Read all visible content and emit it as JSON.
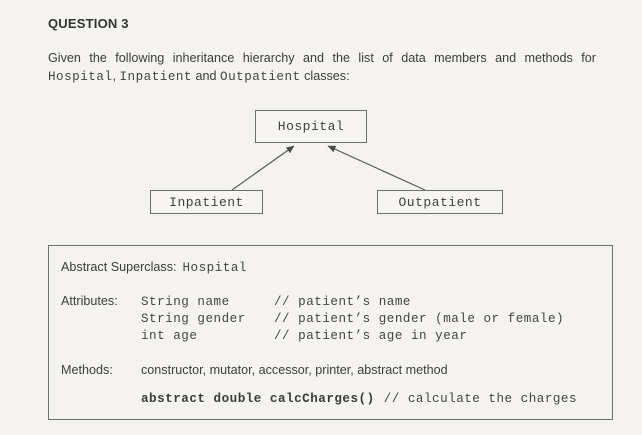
{
  "theme": {
    "paper": "#f4f3f0",
    "ink": "#3a3a3a",
    "line": "#6e6e6e"
  },
  "header": {
    "question_label": "QUESTION 3"
  },
  "intro": {
    "line1": "Given the following inheritance hierarchy and the list of data members and methods for",
    "class1": "Hospital",
    "sep1": ", ",
    "class2": "Inpatient",
    "sep2": " and ",
    "class3": "Outpatient",
    "tail": " classes:"
  },
  "diagram": {
    "superclass": "Hospital",
    "subclasses": [
      "Inpatient",
      "Outpatient"
    ]
  },
  "spec_box": {
    "superclass_label": "Abstract Superclass:",
    "superclass_name": "Hospital",
    "attributes_label": "Attributes:",
    "attributes": [
      {
        "decl": "String name",
        "comment": "// patient’s name"
      },
      {
        "decl": "String gender",
        "comment": "// patient’s gender (male or female)"
      },
      {
        "decl": "int age",
        "comment": "// patient’s age in year"
      }
    ],
    "methods_label": "Methods:",
    "methods_summary": "constructor, mutator, accessor, printer, abstract method",
    "abstract_method_signature": "abstract double calcCharges()",
    "abstract_method_comment": "// calculate the charges"
  }
}
